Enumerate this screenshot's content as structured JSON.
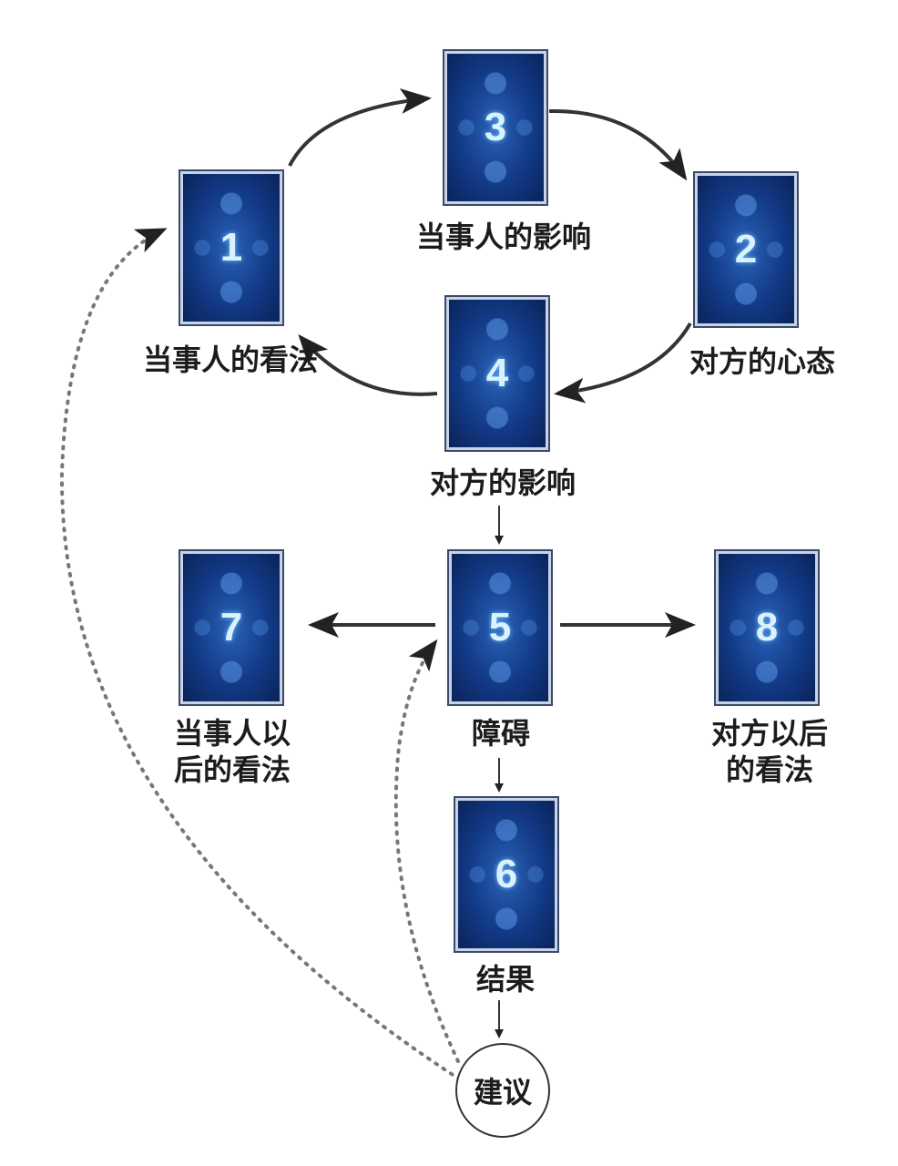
{
  "cards": [
    {
      "num": "1",
      "label": "当事人的看法"
    },
    {
      "num": "2",
      "label": "对方的心态"
    },
    {
      "num": "3",
      "label": "当事人的影响"
    },
    {
      "num": "4",
      "label": "对方的影响"
    },
    {
      "num": "5",
      "label": "障碍"
    },
    {
      "num": "6",
      "label": "结果"
    },
    {
      "num": "7",
      "label": "当事人以\n后的看法"
    },
    {
      "num": "8",
      "label": "对方以后\n的看法"
    }
  ],
  "advice": "建议",
  "colors": {
    "card_blue": "#123a86",
    "number": "#d9f2ff",
    "arrow": "#222222"
  }
}
